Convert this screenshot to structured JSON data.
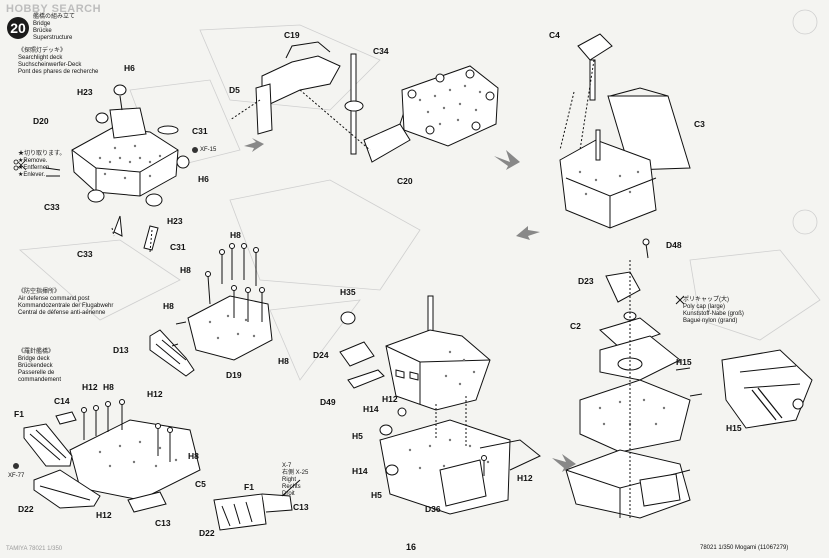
{
  "watermark": "HOBBY SEARCH",
  "step": {
    "number": "20",
    "japanese": "艦橋の組み立て",
    "titles": [
      "Bridge",
      "Brücke",
      "Superstructure"
    ]
  },
  "subassemblies": {
    "searchlight": {
      "japanese": "《探照灯デッキ》",
      "lines": [
        "Searchlight deck",
        "Suchscheinwerfer-Deck",
        "Pont des phares de recherche"
      ]
    },
    "air_defense": {
      "japanese": "《防空指揮所》",
      "lines": [
        "Air defense command post",
        "Kommandozentrale der Flugabwehr",
        "Central de défense anti-aérienne"
      ]
    },
    "bridge_deck": {
      "japanese": "《羅針艦橋》",
      "lines": [
        "Bridge deck",
        "Brückendeck",
        "Passerelle de",
        "commandement"
      ]
    }
  },
  "remove_note": {
    "japanese": "★切り取ります。",
    "lines": [
      "★Remove.",
      "★Entfernen.",
      "★Enlever."
    ]
  },
  "poly_cap_note": {
    "japanese": "ポリキャップ(大)",
    "lines": [
      "Poly cap (large)",
      "Kunststoff-Nabe (groß)",
      "Bague nylon (grand)"
    ]
  },
  "direction_note": {
    "japanese": "右側 X-25",
    "lines": [
      "Right",
      "Rechts",
      "Droit"
    ]
  },
  "parts": {
    "h6_a": "H6",
    "h23_a": "H23",
    "d20": "D20",
    "c31_a": "C31",
    "xf15": "XF-15",
    "h6_b": "H6",
    "c33_a": "C33",
    "h23_b": "H23",
    "c33_b": "C33",
    "c31_b": "C31",
    "c19": "C19",
    "c34": "C34",
    "d5": "D5",
    "c20": "C20",
    "c4": "C4",
    "c3": "C3",
    "d48": "D48",
    "d23": "D23",
    "c2": "C2",
    "h15_a": "H15",
    "h15_b": "H15",
    "h8_a": "H8",
    "h8_b": "H8",
    "h8_c": "H8",
    "h8_d": "H8",
    "d13": "D13",
    "d19": "D19",
    "h35": "H35",
    "d24": "D24",
    "d49": "D49",
    "h12_a": "H12",
    "h14_a": "H14",
    "h5_a": "H5",
    "h14_b": "H14",
    "h5_b": "H5",
    "d36": "D36",
    "h12_b": "H12",
    "f1_a": "F1",
    "c14": "C14",
    "h12_c": "H12",
    "h8_e": "H8",
    "h12_d": "H12",
    "h8_f": "H8",
    "c5": "C5",
    "xf77": "XF-77",
    "d22_a": "D22",
    "h12_e": "H12",
    "c13_a": "C13",
    "x7": "X-7",
    "f1_b": "F1",
    "c13_b": "C13",
    "d22_b": "D22"
  },
  "footer": {
    "page_number": "16",
    "left_text": "TAMIYA 78021 1/350",
    "right_text": "78021 1/350 Mogami (11067279)"
  }
}
